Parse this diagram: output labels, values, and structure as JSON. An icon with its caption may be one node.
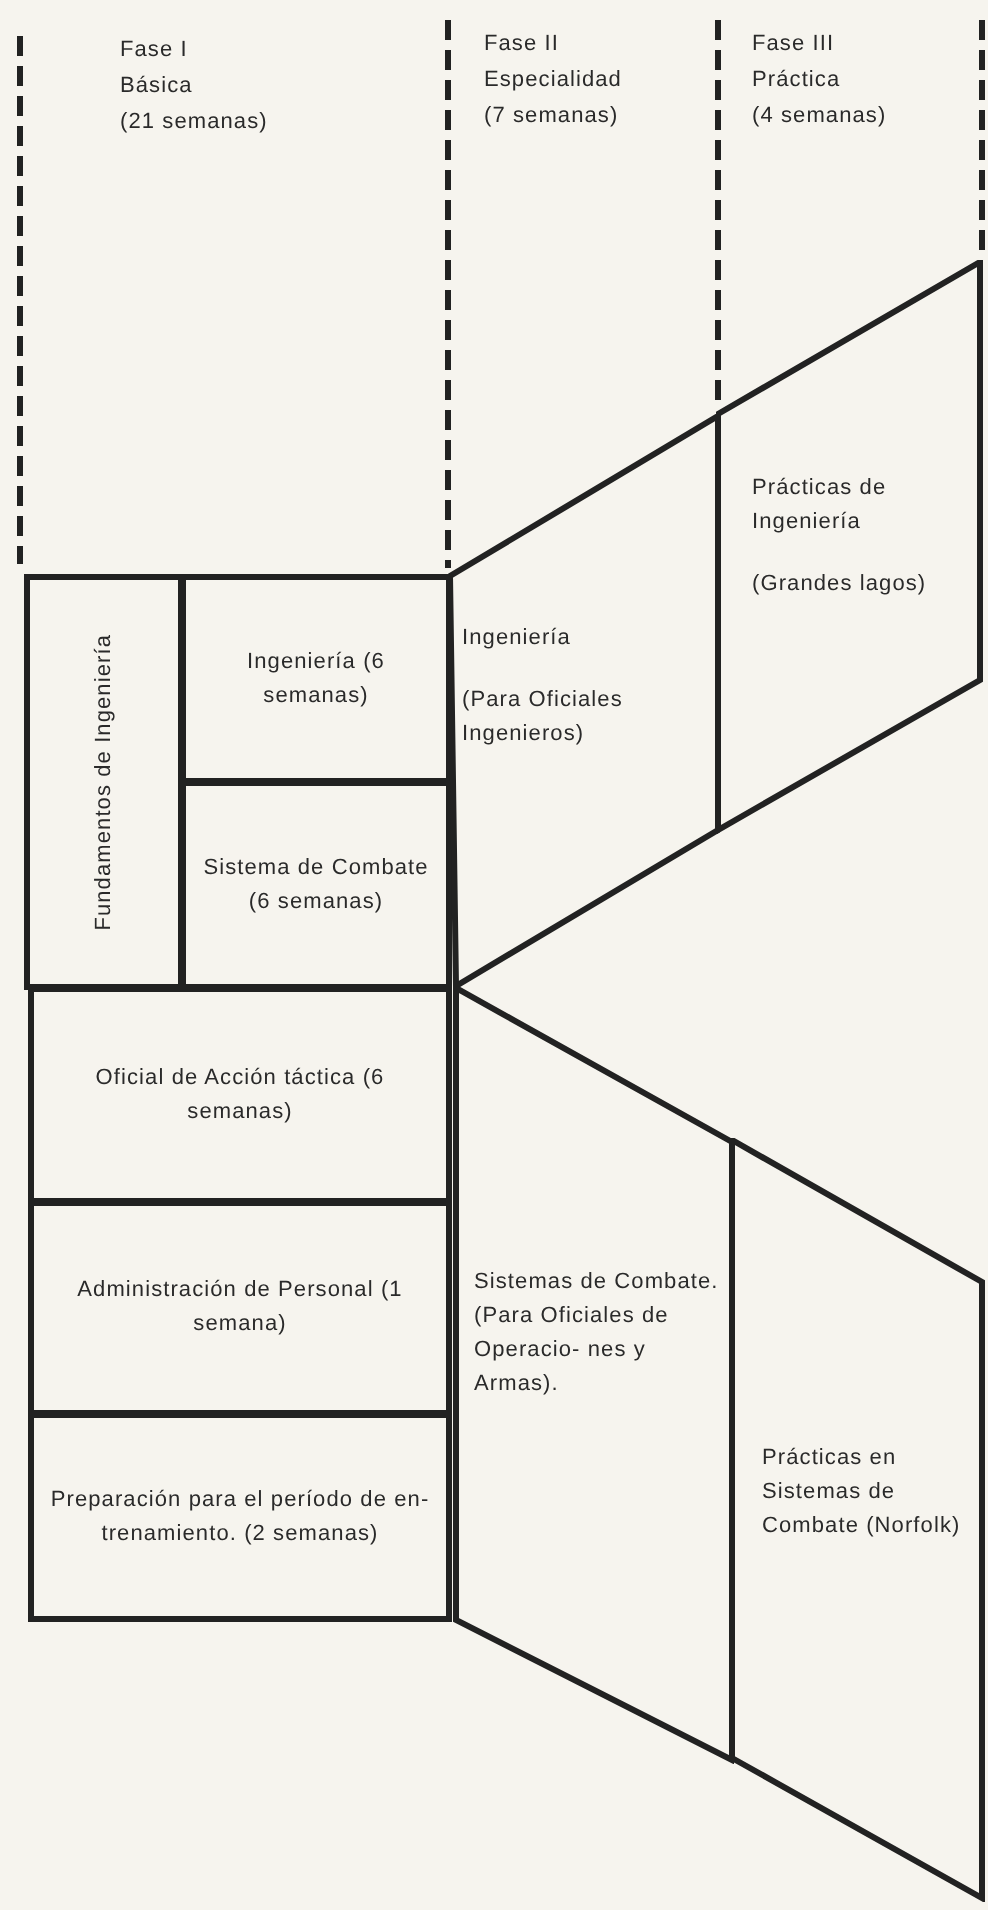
{
  "diagram": {
    "nodes": [
      {
        "text": [
          "Fundamentos de Ingeniería"
        ]
      },
      {
        "text": [
          "Ingeniería (6 semanas)"
        ]
      },
      {
        "text": [
          "Sistema de Combate (6 semanas)"
        ]
      },
      {
        "text": [
          "Oficial de Acción táctica (6 semanas)"
        ]
      },
      {
        "text": [
          "Administración de Personal (1 semana)"
        ]
      },
      {
        "text": [
          "Preparación para el período de en- trenamiento. (2 semanas)"
        ]
      },
      {
        "text": [
          "Ingeniería",
          "(Para Oficiales Ingenieros)"
        ]
      },
      {
        "text": [
          "Prácticas de Ingeniería",
          "(Grandes lagos)"
        ]
      },
      {
        "text": [
          "Sistemas de Combate.",
          "(Para Oficiales de Operacio- nes y Armas)."
        ]
      },
      {
        "text": [
          "Prácticas en Sistemas de Combate (Norfolk)"
        ]
      }
    ],
    "labels": [
      "Fase I",
      "Básica",
      "(21 semanas)",
      "Fase II",
      "Especialidad",
      "(7 semanas)",
      "Fase III",
      "Práctica",
      "(4 semanas)"
    ]
  }
}
